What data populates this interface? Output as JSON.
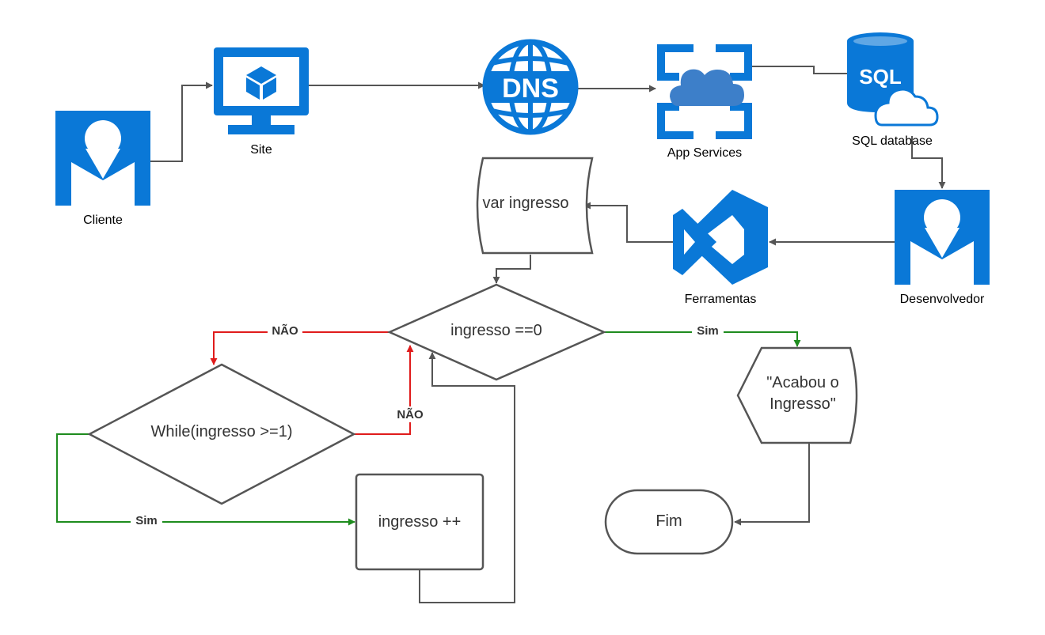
{
  "colors": {
    "azure_blue": "#0a78d7",
    "shape_stroke": "#555555",
    "edge_gray": "#555555",
    "edge_red": "#e01b1b",
    "edge_green": "#1e8c1e"
  },
  "icons": {
    "cliente": {
      "icon": "user-icon",
      "label": "Cliente"
    },
    "site": {
      "icon": "monitor-icon",
      "label": "Site"
    },
    "dns": {
      "icon": "dns-globe-icon",
      "label": "DNS"
    },
    "app_services": {
      "icon": "app-services-icon",
      "label": "App Services"
    },
    "sql_database": {
      "icon": "sql-database-icon",
      "label": "SQL database",
      "badge": "SQL"
    },
    "desenvolvedor": {
      "icon": "user-icon",
      "label": "Desenvolvedor"
    },
    "ferramentas": {
      "icon": "visual-studio-icon",
      "label": "Ferramentas"
    }
  },
  "flowchart": {
    "var_node": "var ingresso",
    "decision_zero": "ingresso ==0",
    "while_node": "While(ingresso >=1)",
    "increment_node": "ingresso ++",
    "display_line1": "\"Acabou o",
    "display_line2": "Ingresso\"",
    "end_node": "Fim"
  },
  "edge_labels": {
    "nao_top": "NÃO",
    "nao_loop": "NÃO",
    "sim_right": "Sim",
    "sim_left": "Sim"
  }
}
